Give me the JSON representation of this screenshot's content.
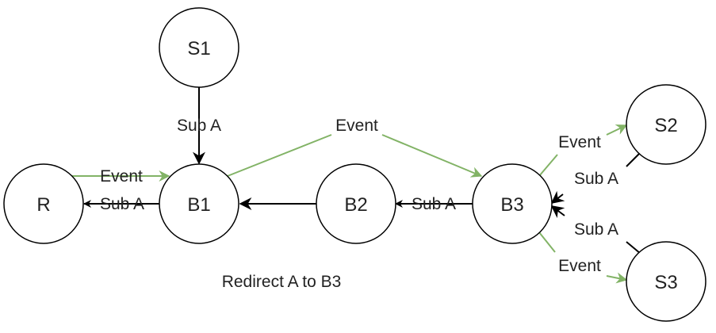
{
  "diagram": {
    "colors": {
      "black": "#000000",
      "green": "#82b366"
    },
    "nodes": {
      "s1": "S1",
      "r": "R",
      "b1": "B1",
      "b2": "B2",
      "b3": "B3",
      "s2": "S2",
      "s3": "S3"
    },
    "edges": {
      "s1_b1": "Sub A",
      "r_b1": "Event",
      "b1_r": "Sub A",
      "b1_b3": "Event",
      "b3_b2": "Sub A",
      "b3_s2": "Event",
      "s2_b3": "Sub A",
      "s3_b3": "Sub A",
      "b3_s3": "Event"
    },
    "caption": "Redirect A to B3"
  }
}
